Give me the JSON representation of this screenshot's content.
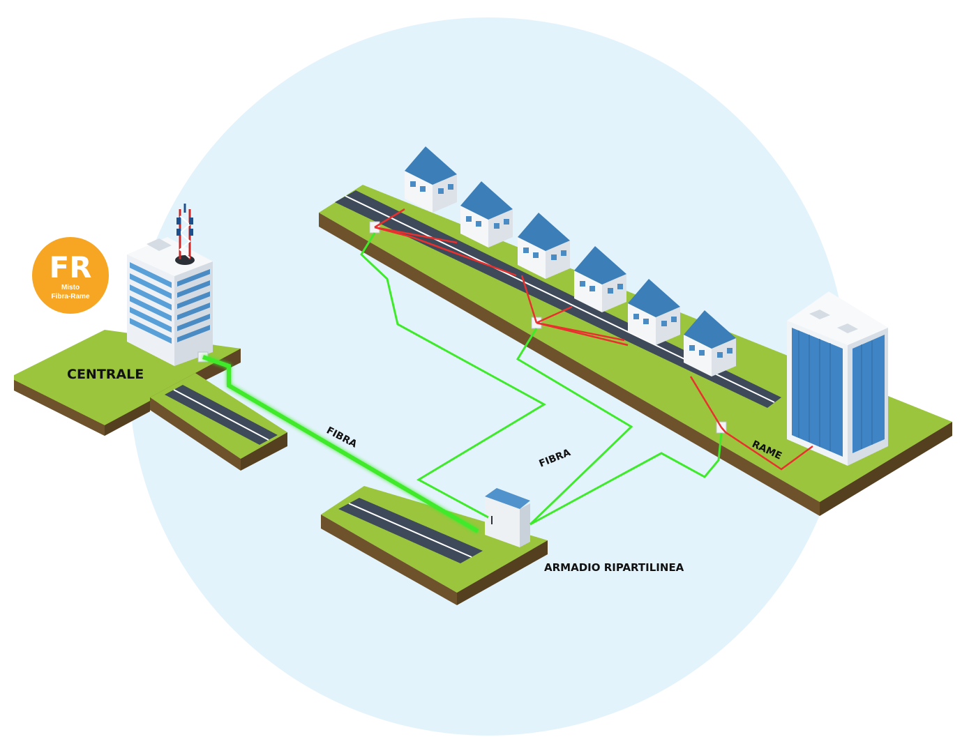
{
  "badge": {
    "code": "FR",
    "line1": "Misto",
    "line2": "Fibra-Rame",
    "color": "#F6A623"
  },
  "labels": {
    "centrale": "CENTRALE",
    "fibra_1": "FIBRA",
    "fibra_2": "FIBRA",
    "rame": "RAME",
    "armadio": "ARMADIO RIPARTILINEA"
  },
  "colors": {
    "background_circle": "#E3F3FC",
    "grass": "#9BC53D",
    "soil": "#6B4F2A",
    "road": "#3E4A5A",
    "fiber": "#3FEA2A",
    "copper": "#E8312F",
    "roof": "#3C7FB8",
    "building_glass": "#3F84C4"
  },
  "icons": {
    "central_office": "building-tower-icon",
    "antenna": "antenna-icon",
    "house": "house-icon",
    "office_tower": "office-tower-icon",
    "street_cabinet": "street-cabinet-icon",
    "junction_box": "junction-box-icon"
  }
}
